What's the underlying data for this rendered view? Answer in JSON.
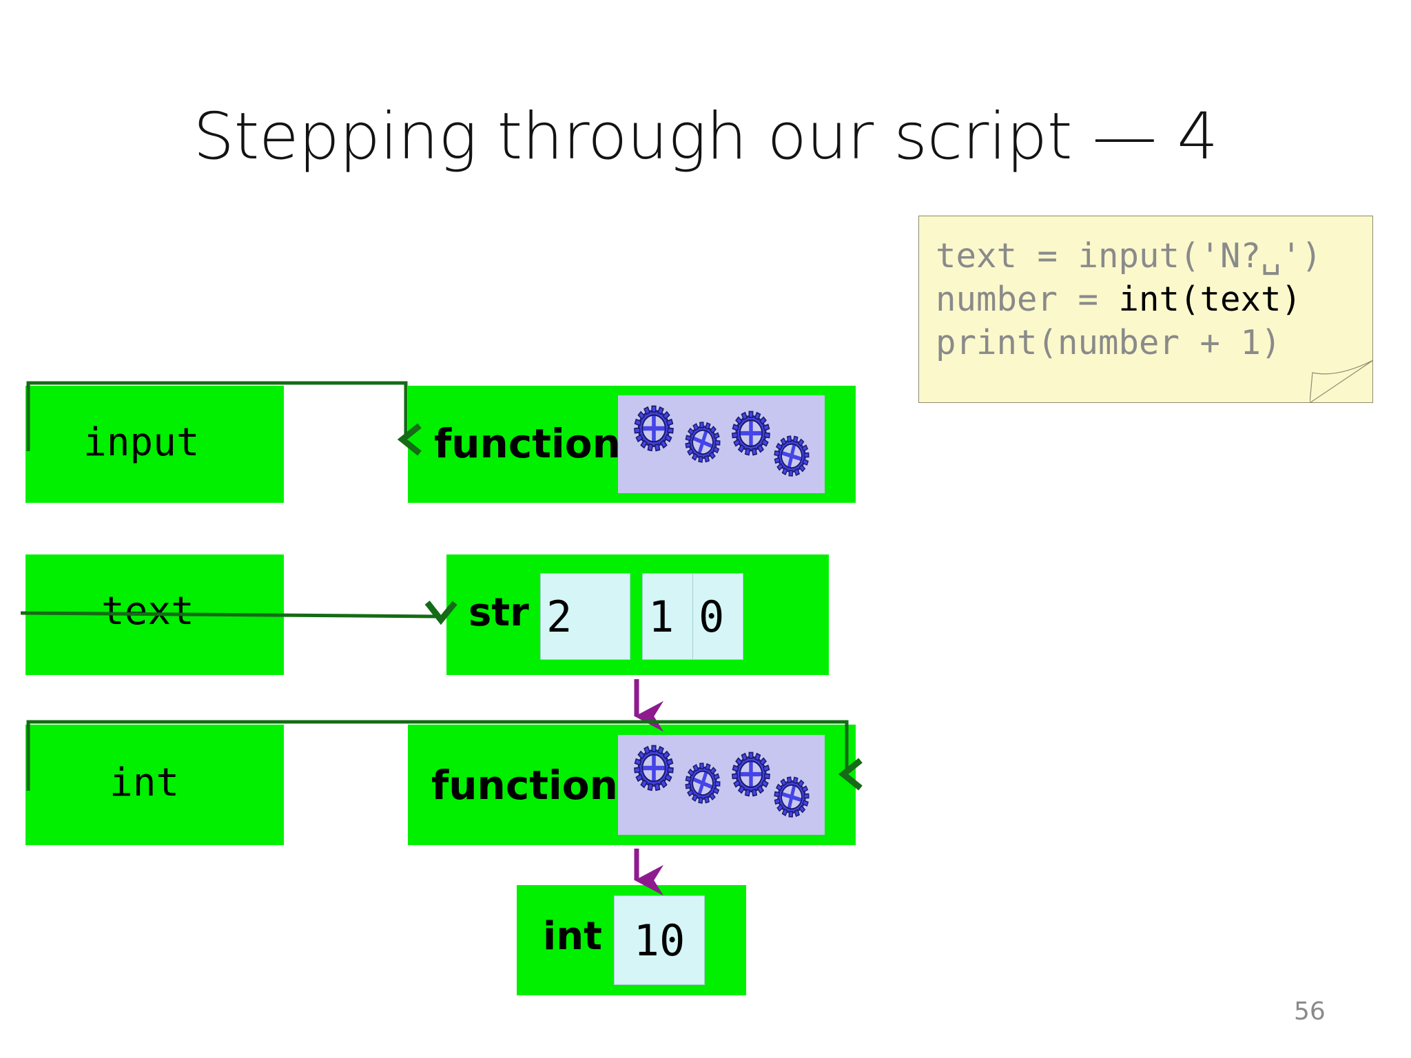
{
  "slide": {
    "title": "Stepping through our script — 4",
    "page_number": "56"
  },
  "code_note": {
    "line1": "text = input('N?␣')",
    "line2_prefix": "number = ",
    "line2_highlight": "int(text)",
    "line3": "print(number + 1)",
    "background_color": "#fbf8cc",
    "dim_text_color": "#8a8a8a",
    "highlight_text_color": "#000000"
  },
  "diagram": {
    "box_color": "#00f000",
    "connector_color": "#156b16",
    "value_connector_color": "#8e1b8e",
    "cell_color": "#d5f5f7",
    "gear_panel_color": "#c6c6f0",
    "gear_color": "#4444e8",
    "rows": [
      {
        "name_label": "input",
        "type_label": "function",
        "icon": "gears-icon"
      },
      {
        "name_label": "text",
        "type_label": "str",
        "cells": [
          "2",
          "1",
          "0"
        ]
      },
      {
        "name_label": "int",
        "type_label": "function",
        "icon": "gears-icon"
      },
      {
        "type_label": "int",
        "cells": [
          "10"
        ]
      }
    ]
  }
}
